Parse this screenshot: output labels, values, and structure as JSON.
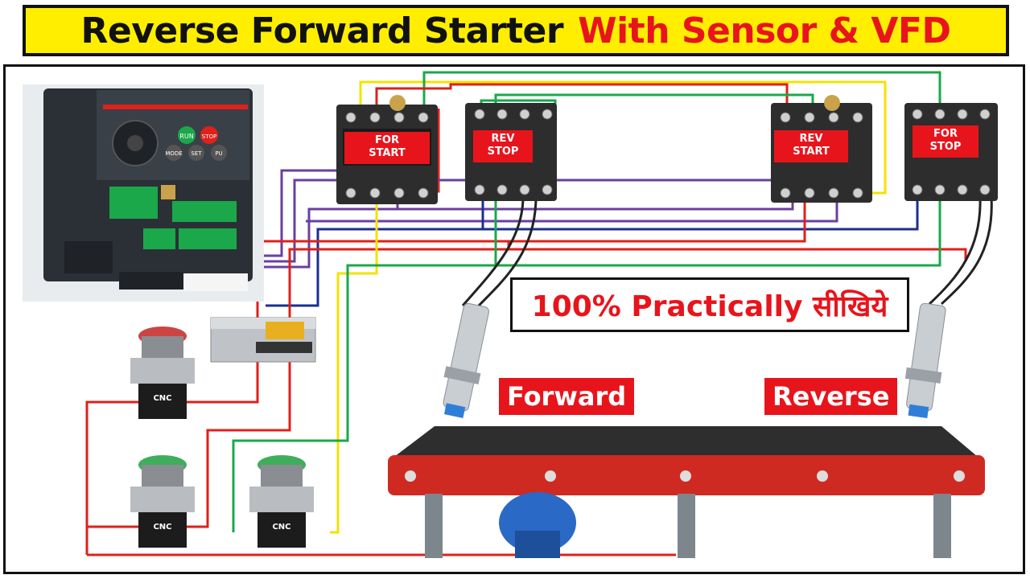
{
  "title": {
    "part1": "Reverse Forward Starter",
    "part2": "With Sensor & VFD"
  },
  "callout": "100% Practically सीखिये",
  "relays": {
    "for_start": {
      "line1": "FOR",
      "line2": "START"
    },
    "rev_stop": {
      "line1": "REV",
      "line2": "STOP"
    },
    "rev_start": {
      "line1": "REV",
      "line2": "START"
    },
    "for_stop": {
      "line1": "FOR",
      "line2": "STOP"
    }
  },
  "vfd_keys": {
    "run": "RUN",
    "stop": "STOP",
    "mode": "MODE",
    "set": "SET",
    "pu": "PU"
  },
  "button_brand": "CNC",
  "labels": {
    "forward": "Forward",
    "reverse": "Reverse"
  },
  "colors": {
    "title_bg": "#ffee00",
    "red": "#e8141c",
    "wire_green": "#1aa84a",
    "wire_purple": "#6a3fa0",
    "wire_yellow": "#f2e300",
    "wire_blue": "#1b2f8f",
    "wire_red": "#e0201a"
  }
}
